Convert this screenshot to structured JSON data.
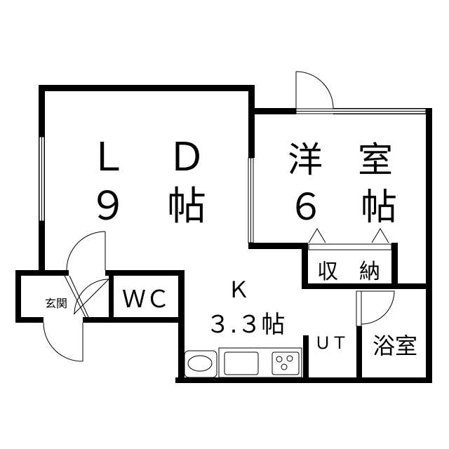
{
  "rooms": {
    "ld": {
      "name": "Ｌ　Ｄ",
      "size": "９　帖"
    },
    "western": {
      "name": "洋　室",
      "size": "６　帖"
    },
    "storage": {
      "name": "収　納"
    },
    "wc": {
      "name": "ＷＣ"
    },
    "entrance": {
      "name": "玄関"
    },
    "kitchen": {
      "name": "Ｋ",
      "size": "３.３帖"
    },
    "utility": {
      "name": "ＵＴ"
    },
    "bath": {
      "name": "浴室"
    }
  }
}
